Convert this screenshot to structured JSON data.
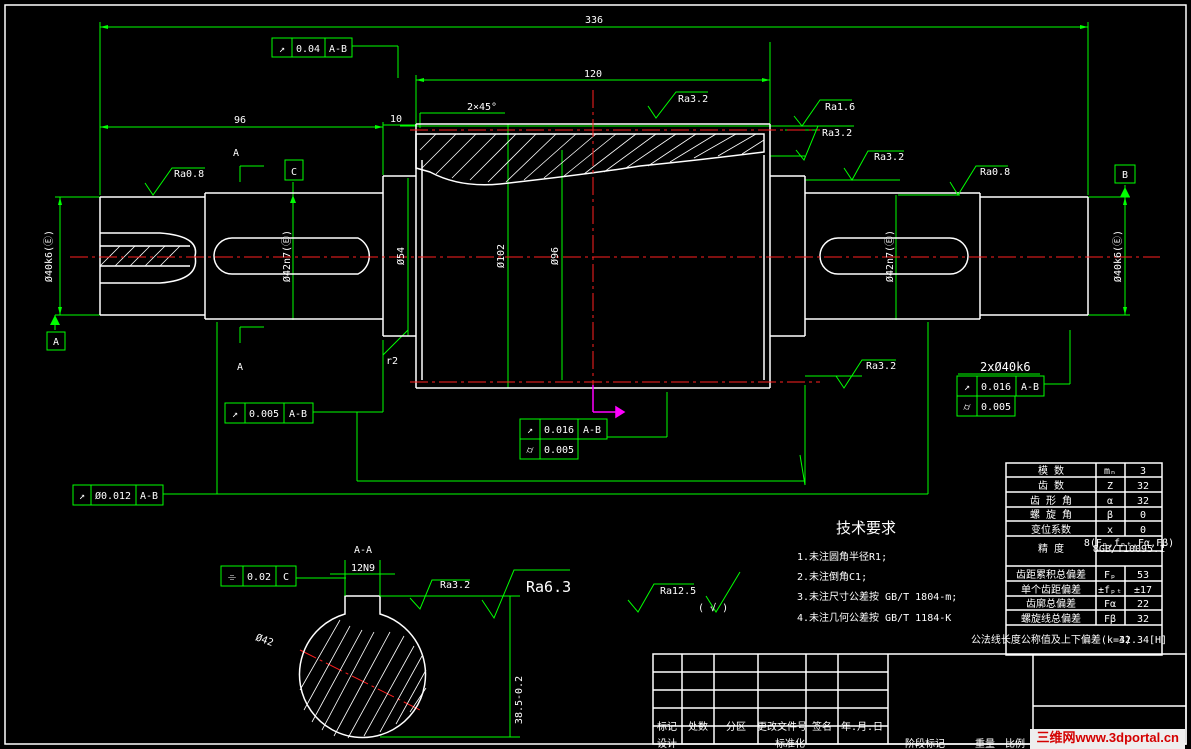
{
  "dims": {
    "overall": "336",
    "middle": "120",
    "left_len": "96",
    "collar": "10",
    "chamfer": "2×45°",
    "d_left": "Ø40k6(Ⓔ)",
    "d_key_left": "Ø42n7(Ⓔ)",
    "d54": "Ø54",
    "d102": "Ø102",
    "d96": "Ø96",
    "d_key_right": "Ø42n7(Ⓔ)",
    "d_right": "Ø40k6(Ⓔ)",
    "r2": "r2",
    "both_bearings": "2xØ40k6",
    "sec_width": "12N9",
    "sec_diam": "Ø42",
    "sec_depth": "38.5-0.2"
  },
  "rough": {
    "ra08_l": "Ra0.8",
    "ra32_top": "Ra3.2",
    "ra16": "Ra1.6",
    "ra32_a": "Ra3.2",
    "ra32_b": "Ra3.2",
    "ra08_r": "Ra0.8",
    "ra32_c": "Ra3.2",
    "ra32_sec": "Ra3.2",
    "ra63": "Ra6.3",
    "ra125": "Ra12.5"
  },
  "datums": {
    "c": "C",
    "b": "B",
    "a": "A",
    "sec": "A-A",
    "cut1": "A",
    "cut2": "A"
  },
  "fcf": {
    "top": {
      "sym": "↗",
      "val": "0.04",
      "ref": "A-B"
    },
    "left": {
      "sym": "↗",
      "val": "0.005",
      "ref": "A-B"
    },
    "mid1": {
      "sym": "↗",
      "val": "0.016",
      "ref": "A-B"
    },
    "mid2": {
      "sym": "⌭",
      "val": "0.005"
    },
    "right1": {
      "sym": "↗",
      "val": "0.016",
      "ref": "A-B"
    },
    "right2": {
      "sym": "⌭",
      "val": "0.005"
    },
    "bottom": {
      "sym": "↗",
      "val": "Ø0.012",
      "ref": "A-B"
    },
    "sec": {
      "sym": "⌯",
      "val": "0.02",
      "ref": "C"
    }
  },
  "tech": {
    "title": "技术要求",
    "items": [
      "1.未注圆角半径R1;",
      "2.未注倒角C1;",
      "3.未注尺寸公差按 GB/T 1804-m;",
      "4.未注几何公差按 GB/T 1184-K"
    ],
    "rest_mark": "(  √  )"
  },
  "gear_table": [
    [
      "模  数",
      "mₙ",
      "3"
    ],
    [
      "齿  数",
      "Z",
      "32"
    ],
    [
      "齿 形 角",
      "α",
      "32"
    ],
    [
      "螺 旋 角",
      "β",
      "0"
    ],
    [
      "变位系数",
      "x",
      "0"
    ],
    [
      "精  度",
      "",
      "8GB/T10095.1"
    ],
    [
      "齿距累积总偏差",
      "Fₚ",
      "53"
    ],
    [
      "单个齿距偏差",
      "±fₚₜ",
      "±17"
    ],
    [
      "齿廓总偏差",
      "Fα",
      "22"
    ],
    [
      "螺旋线总偏差",
      "Fβ",
      "32"
    ],
    [
      "公法线长度公称值及上下偏差(k=4)",
      "",
      "32.34[H]"
    ]
  ],
  "accuracy_line1": "8(Fₚ,fₚₜ,Fα,Fβ)",
  "title_block": [
    "标记",
    "处数",
    "分区",
    "更改文件号",
    "签名",
    "年.月.日"
  ],
  "title_block_row2": [
    "设计",
    "标准化",
    "阶段标记",
    "重量",
    "比例"
  ],
  "footer": "三维网www.3dportal.cn"
}
